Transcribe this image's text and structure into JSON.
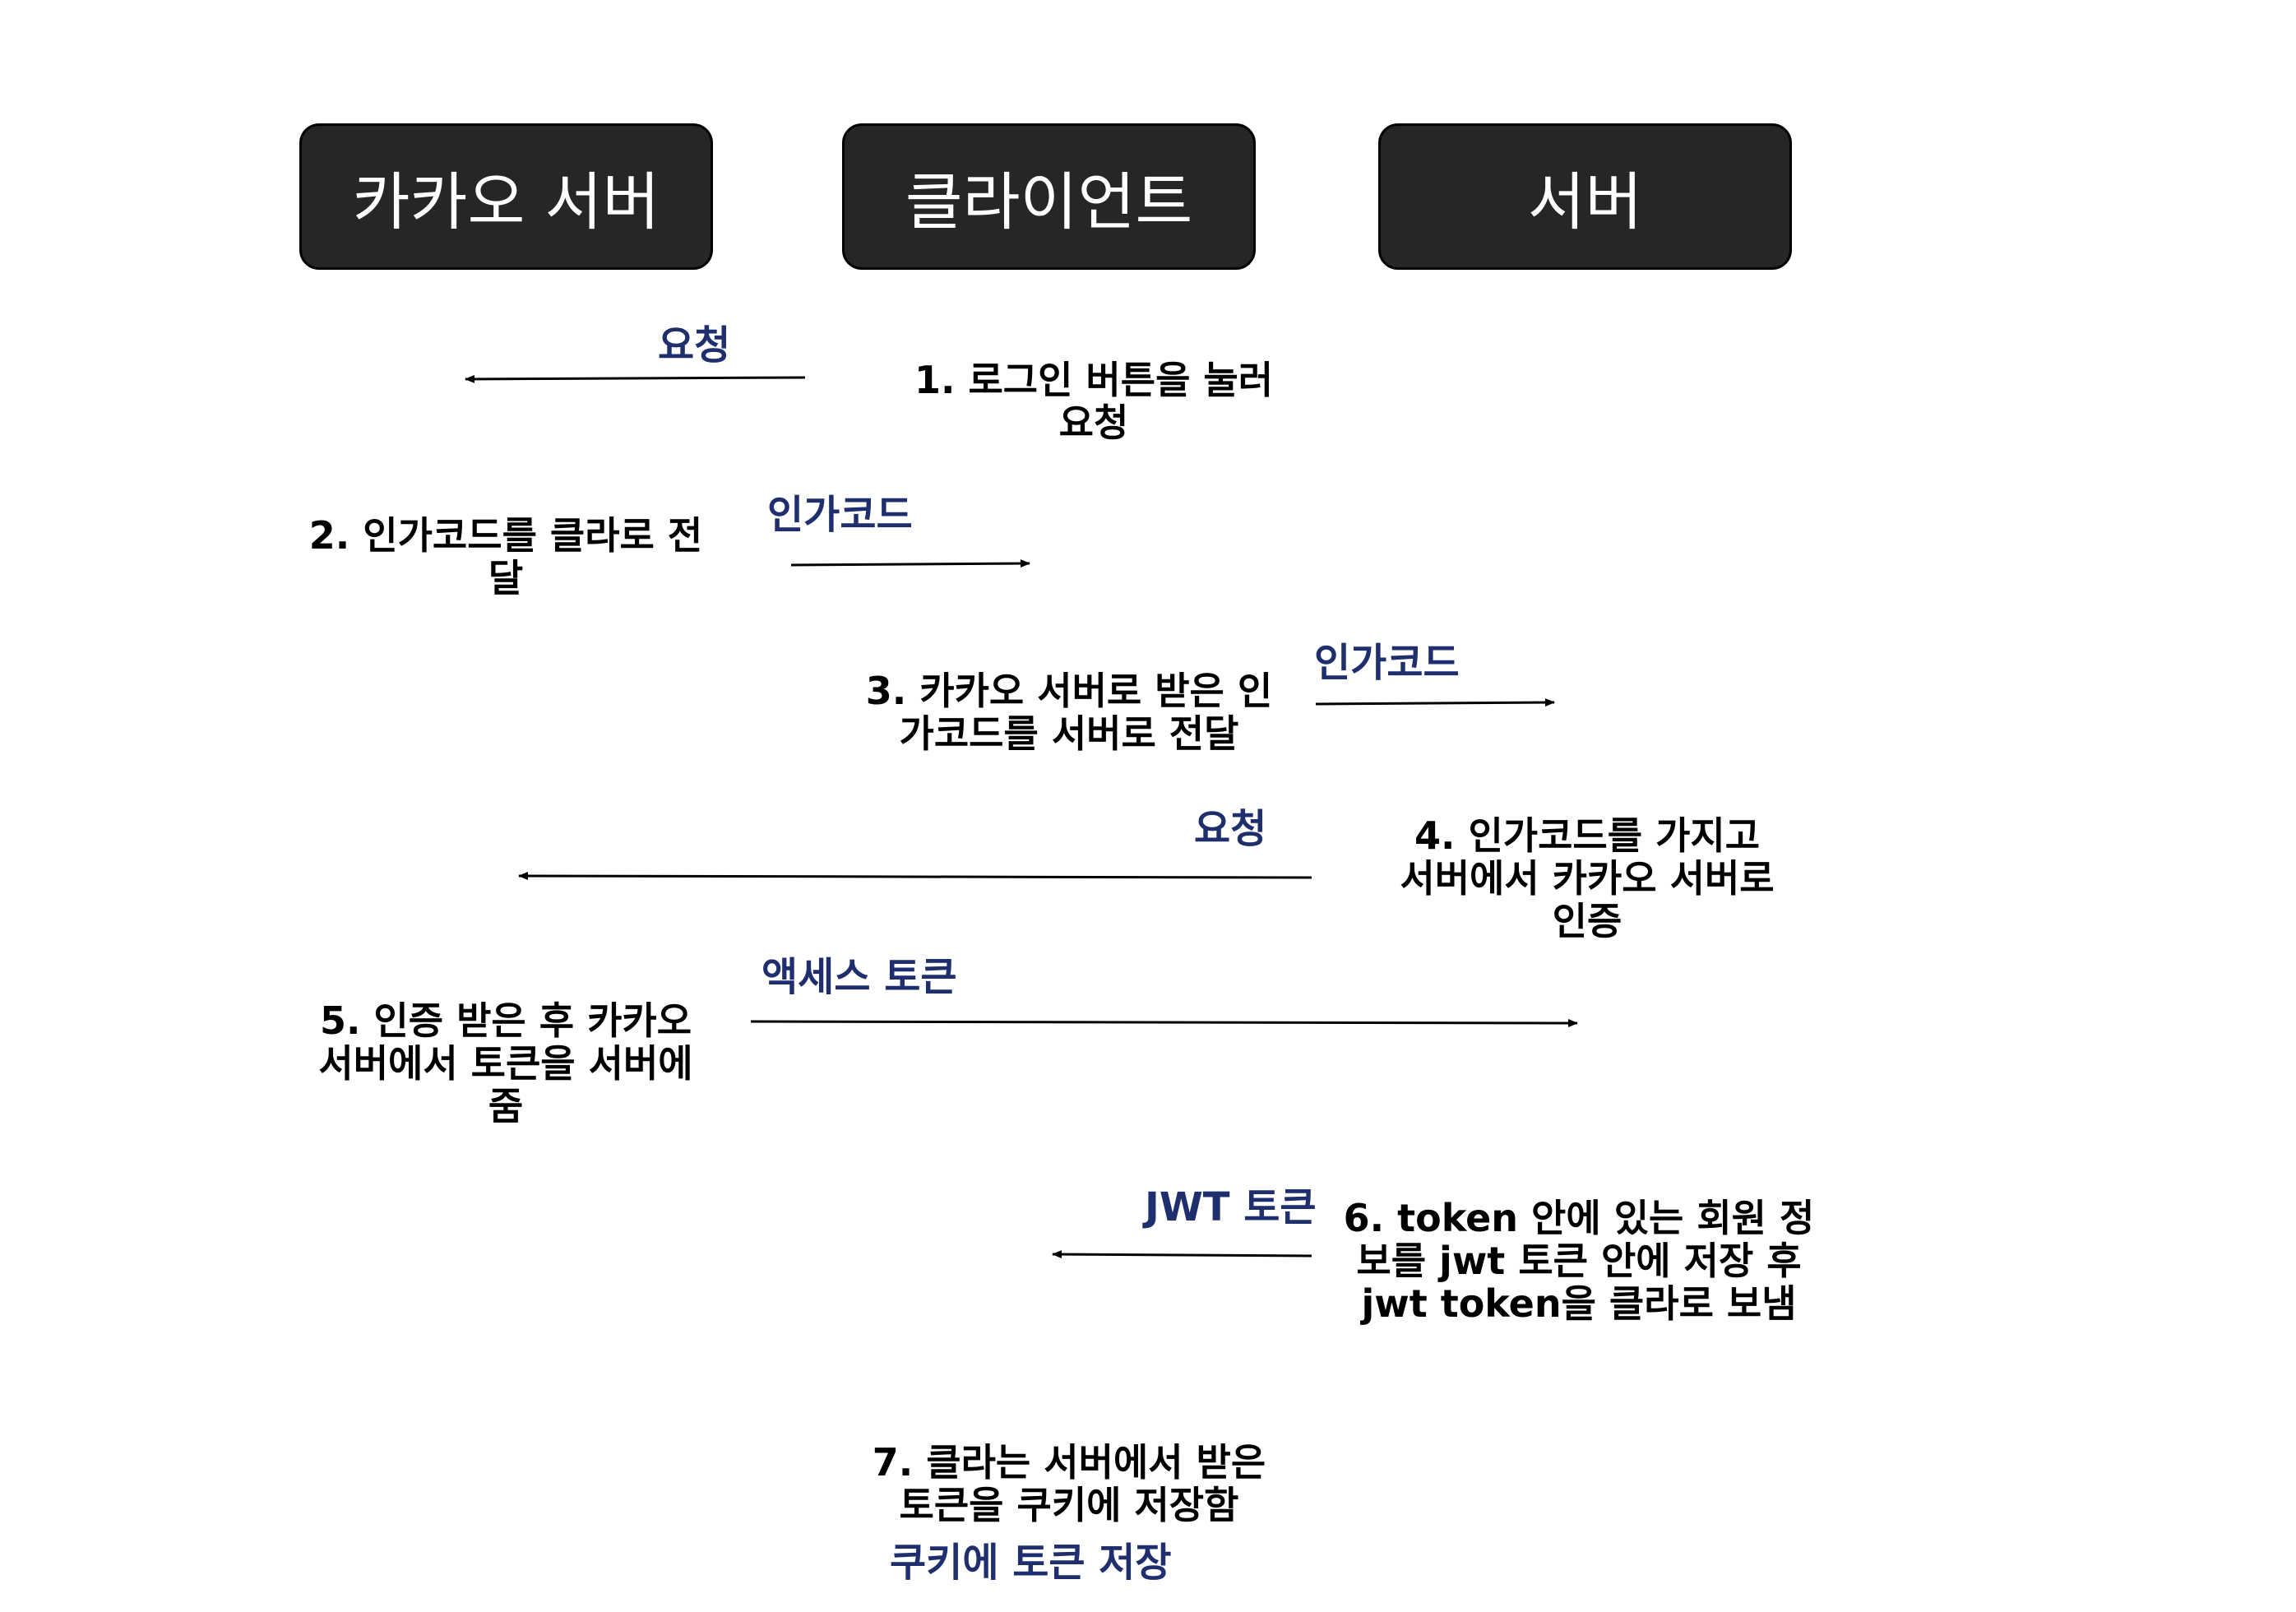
{
  "actors": {
    "kakao": "카카오 서버",
    "client": "클라이언트",
    "server": "서버"
  },
  "steps": [
    "1.  로그인 버튼을 눌러\n요청",
    "2. 인가코드를 클라로 전\n달",
    "3. 카카오 서버로 받은 인\n가코드를 서버로 전달",
    "4. 인가코드를 가지고\n서버에서 카카오 서버로\n인증",
    "5. 인증 받은 후 카카오\n서버에서 토큰을 서버에\n줌",
    "6. token 안에 있는 회원 정\n보를 jwt 토큰 안에 저장 후\njwt token을 클라로 보냄",
    "7. 클라는 서버에서 받은\n토큰을 쿠키에 저장함"
  ],
  "labels": [
    "요청",
    "인가코드",
    "인가코드",
    "요청",
    "액세스 토큰",
    "JWT 토큰",
    "쿠키에 토큰 저장"
  ],
  "colors": {
    "actor_fill": "#262626",
    "label_text": "#1f2f6e",
    "step_text": "#000000"
  }
}
